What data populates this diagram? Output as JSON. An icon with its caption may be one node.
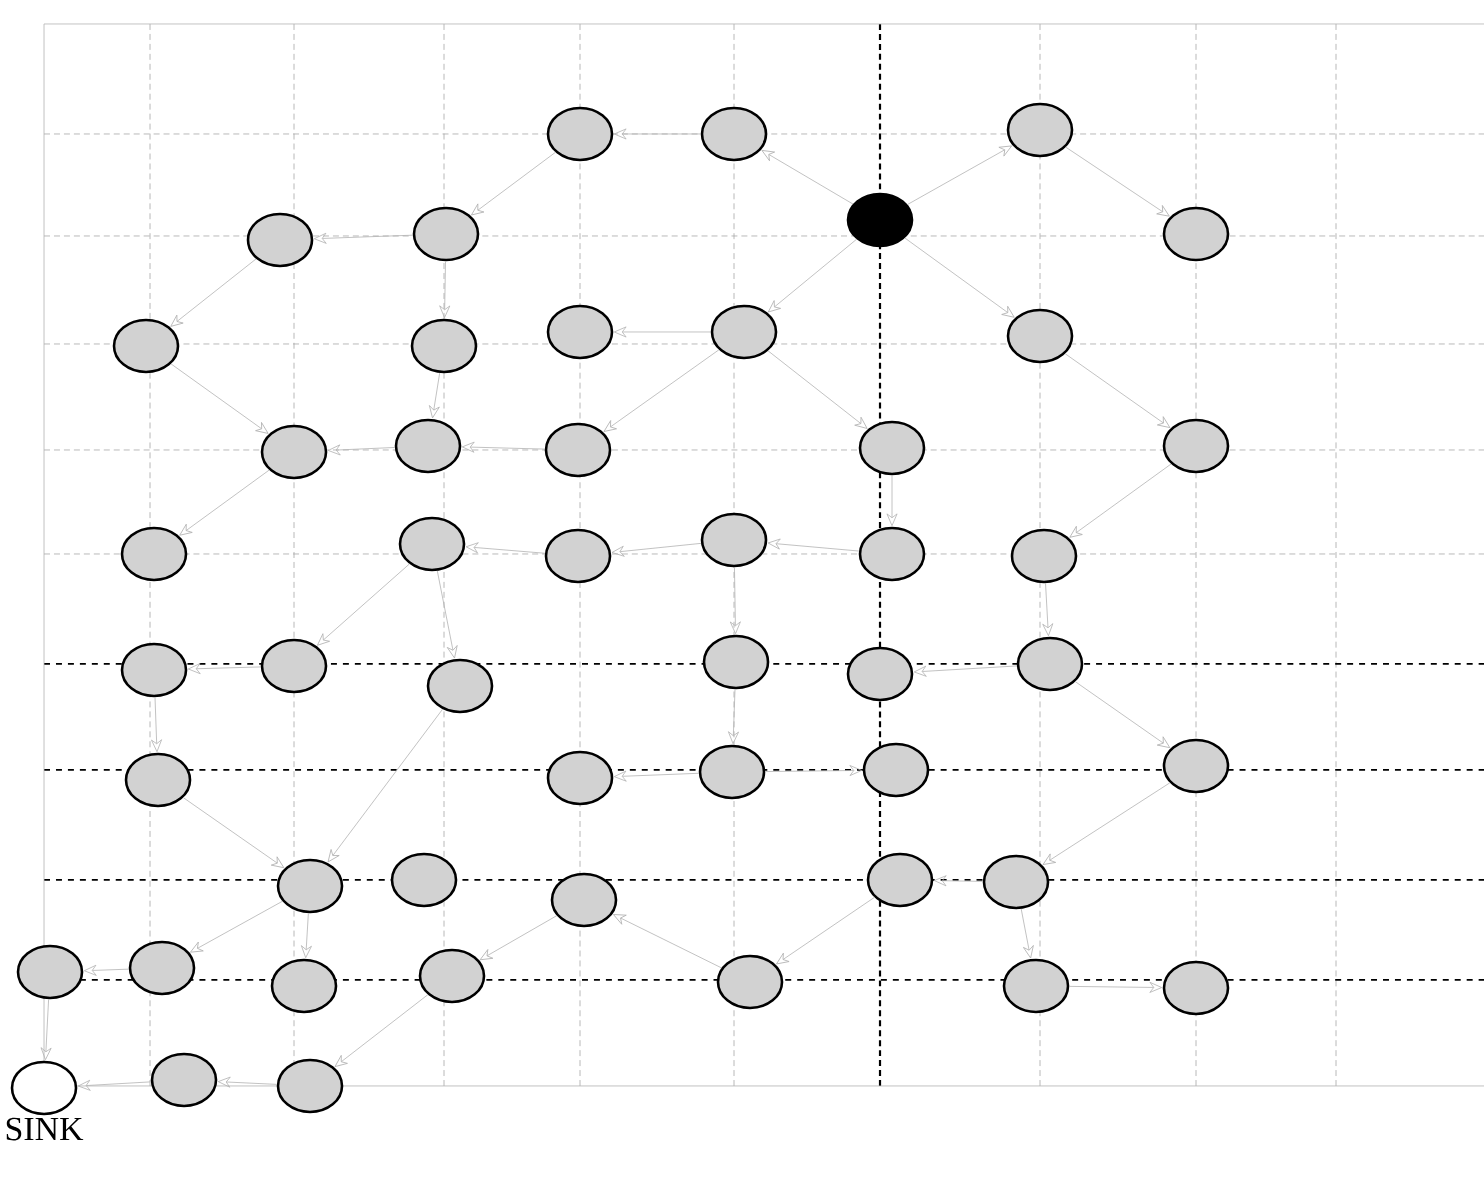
{
  "diagram": {
    "nodes": [
      {
        "text": [],
        "shape": "circle"
      },
      {
        "text": [],
        "shape": "circle"
      },
      {
        "text": [],
        "shape": "circle"
      },
      {
        "text": [],
        "shape": "circle"
      },
      {
        "text": [],
        "shape": "circle"
      },
      {
        "text": [],
        "shape": "circle"
      },
      {
        "text": [],
        "shape": "circle"
      },
      {
        "text": [],
        "shape": "circle"
      },
      {
        "text": [],
        "shape": "circle"
      },
      {
        "text": [],
        "shape": "circle"
      },
      {
        "text": [],
        "shape": "circle"
      },
      {
        "text": [],
        "shape": "circle"
      },
      {
        "text": [],
        "shape": "circle"
      },
      {
        "text": [],
        "shape": "circle"
      },
      {
        "text": [],
        "shape": "circle"
      },
      {
        "text": [],
        "shape": "circle"
      },
      {
        "text": [],
        "shape": "circle"
      },
      {
        "text": [],
        "shape": "circle"
      },
      {
        "text": [],
        "shape": "circle"
      },
      {
        "text": [],
        "shape": "circle"
      },
      {
        "text": [],
        "shape": "circle"
      },
      {
        "text": [],
        "shape": "circle"
      },
      {
        "text": [],
        "shape": "circle"
      },
      {
        "text": [],
        "shape": "circle"
      },
      {
        "text": [],
        "shape": "circle"
      },
      {
        "text": [],
        "shape": "circle"
      },
      {
        "text": [],
        "shape": "circle"
      },
      {
        "text": [],
        "shape": "circle"
      },
      {
        "text": [],
        "shape": "circle"
      },
      {
        "text": [],
        "shape": "circle"
      },
      {
        "text": [],
        "shape": "circle"
      },
      {
        "text": [],
        "shape": "circle"
      },
      {
        "text": [],
        "shape": "circle"
      },
      {
        "text": [],
        "shape": "circle"
      },
      {
        "text": [],
        "shape": "circle"
      },
      {
        "text": [],
        "shape": "circle"
      },
      {
        "text": [],
        "shape": "circle"
      },
      {
        "text": [],
        "shape": "circle"
      },
      {
        "text": [],
        "shape": "circle"
      },
      {
        "text": [],
        "shape": "circle"
      },
      {
        "text": [],
        "shape": "circle"
      },
      {
        "text": [],
        "shape": "circle"
      },
      {
        "text": [],
        "shape": "circle"
      },
      {
        "text": [],
        "shape": "circle"
      },
      {
        "text": [],
        "shape": "circle"
      },
      {
        "text": [],
        "shape": "circle"
      },
      {
        "text": [
          "SINK"
        ]
      },
      {
        "text": [],
        "shape": "circle"
      },
      {
        "text": [],
        "shape": "circle"
      }
    ],
    "edges": [
      {
        "from": 5,
        "to": 1,
        "arrow": "to"
      },
      {
        "from": 1,
        "to": 0,
        "arrow": "to"
      },
      {
        "from": 0,
        "to": 4,
        "arrow": "to"
      },
      {
        "from": 4,
        "to": 3,
        "arrow": "to"
      },
      {
        "from": 3,
        "to": 7,
        "arrow": "to"
      },
      {
        "from": 4,
        "to": 8,
        "arrow": "to"
      },
      {
        "from": 8,
        "to": 13,
        "arrow": "to"
      },
      {
        "from": 7,
        "to": 12,
        "arrow": "to"
      },
      {
        "from": 12,
        "to": 17,
        "arrow": "to"
      },
      {
        "from": 5,
        "to": 2,
        "arrow": "to"
      },
      {
        "from": 2,
        "to": 6,
        "arrow": "to"
      },
      {
        "from": 5,
        "to": 11,
        "arrow": "to"
      },
      {
        "from": 11,
        "to": 16,
        "arrow": "to"
      },
      {
        "from": 5,
        "to": 10,
        "arrow": "to"
      },
      {
        "from": 10,
        "to": 15,
        "arrow": "to"
      },
      {
        "from": 10,
        "to": 14,
        "arrow": "to"
      },
      {
        "from": 10,
        "to": 9,
        "arrow": "to"
      },
      {
        "from": 16,
        "to": 22,
        "arrow": "to"
      },
      {
        "from": 15,
        "to": 21,
        "arrow": "to"
      },
      {
        "from": 21,
        "to": 20,
        "arrow": "to"
      },
      {
        "from": 20,
        "to": 19,
        "arrow": "to"
      },
      {
        "from": 14,
        "to": 13,
        "arrow": "to"
      },
      {
        "from": 13,
        "to": 12,
        "arrow": "to"
      },
      {
        "from": 19,
        "to": 18,
        "arrow": "to"
      },
      {
        "from": 18,
        "to": 24,
        "arrow": "to"
      },
      {
        "from": 18,
        "to": 25,
        "arrow": "to"
      },
      {
        "from": 24,
        "to": 23,
        "arrow": "to"
      },
      {
        "from": 23,
        "to": 29,
        "arrow": "to"
      },
      {
        "from": 29,
        "to": 34,
        "arrow": "to"
      },
      {
        "from": 25,
        "to": 34,
        "arrow": "to"
      },
      {
        "from": 34,
        "to": 40,
        "arrow": "to"
      },
      {
        "from": 40,
        "to": 39,
        "arrow": "to"
      },
      {
        "from": 39,
        "to": 46,
        "arrow": "to"
      },
      {
        "from": 47,
        "to": 46,
        "arrow": "to"
      },
      {
        "from": 48,
        "to": 47,
        "arrow": "to"
      },
      {
        "from": 34,
        "to": 41,
        "arrow": "to"
      },
      {
        "from": 42,
        "to": 48,
        "arrow": "to"
      },
      {
        "from": 36,
        "to": 42,
        "arrow": "to"
      },
      {
        "from": 43,
        "to": 36,
        "arrow": "to"
      },
      {
        "from": 37,
        "to": 43,
        "arrow": "to"
      },
      {
        "from": 38,
        "to": 37,
        "arrow": "to"
      },
      {
        "from": 38,
        "to": 44,
        "arrow": "to"
      },
      {
        "from": 44,
        "to": 45,
        "arrow": "to"
      },
      {
        "from": 33,
        "to": 38,
        "arrow": "to"
      },
      {
        "from": 28,
        "to": 33,
        "arrow": "to"
      },
      {
        "from": 22,
        "to": 28,
        "arrow": "to"
      },
      {
        "from": 28,
        "to": 27,
        "arrow": "to"
      },
      {
        "from": 20,
        "to": 26,
        "arrow": "to"
      },
      {
        "from": 26,
        "to": 31,
        "arrow": "to"
      },
      {
        "from": 31,
        "to": 30,
        "arrow": "to"
      },
      {
        "from": 31,
        "to": 32,
        "arrow": "to"
      }
    ]
  }
}
